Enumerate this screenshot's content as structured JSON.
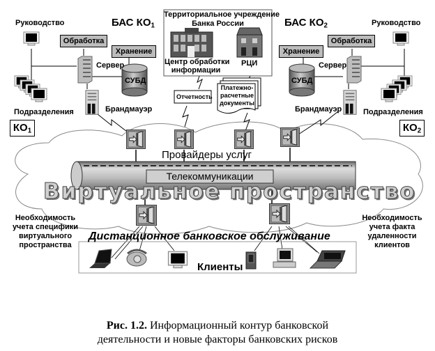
{
  "diagram": {
    "bas_ko1": {
      "prefix": "БАС КО",
      "sub": "1"
    },
    "bas_ko2": {
      "prefix": "БАС КО",
      "sub": "2"
    },
    "ko1": {
      "prefix": "КО",
      "sub": "1"
    },
    "ko2": {
      "prefix": "КО",
      "sub": "2"
    },
    "left_bank": {
      "management": "Руководство",
      "processing": "Обработка",
      "storage": "Хранение",
      "server": "Сервер",
      "dbms": "СУБД",
      "firewall": "Брандмауэр",
      "departments": "Подразделения"
    },
    "right_bank": {
      "management": "Руководство",
      "processing": "Обработка",
      "storage": "Хранение",
      "server": "Сервер",
      "dbms": "СУБД",
      "firewall": "Брандмауэр",
      "departments": "Подразделения"
    },
    "central_bank": {
      "title_line1": "Территориальное учреждение",
      "title_line2": "Банка России",
      "data_center_line1": "Центр обработки",
      "data_center_line2": "информации",
      "rci": "РЦИ"
    },
    "reporting": "Отчетность",
    "payment_docs": [
      "Платежно-",
      "расчетные",
      "документы"
    ],
    "providers": "Провайдеры услуг",
    "telecom": "Телекоммуникации",
    "virtual_space": "Виртуальное пространство",
    "remote_banking": "Дистанционное банковское обслуживание",
    "clients": "Клиенты",
    "left_note": [
      "Необходимость",
      "учета специфики",
      "виртуального",
      "пространства"
    ],
    "right_note": [
      "Необходимость",
      "учета факта",
      "удаленности",
      "клиентов"
    ],
    "icons": [
      "monitor-icon",
      "server-icon",
      "database-icon",
      "firewall-icon",
      "gateway-door-icon",
      "building-icon",
      "laptop-icon",
      "telephone-icon",
      "pda-icon",
      "desktop-computer-icon",
      "lightning-link-icon",
      "cloud-icon",
      "pipe-icon"
    ]
  },
  "caption": {
    "label": "Рис. 1.2.",
    "line1_rest": " Информационный контур банковской",
    "line2": "деятельности  и новые факторы банковских рисков"
  }
}
